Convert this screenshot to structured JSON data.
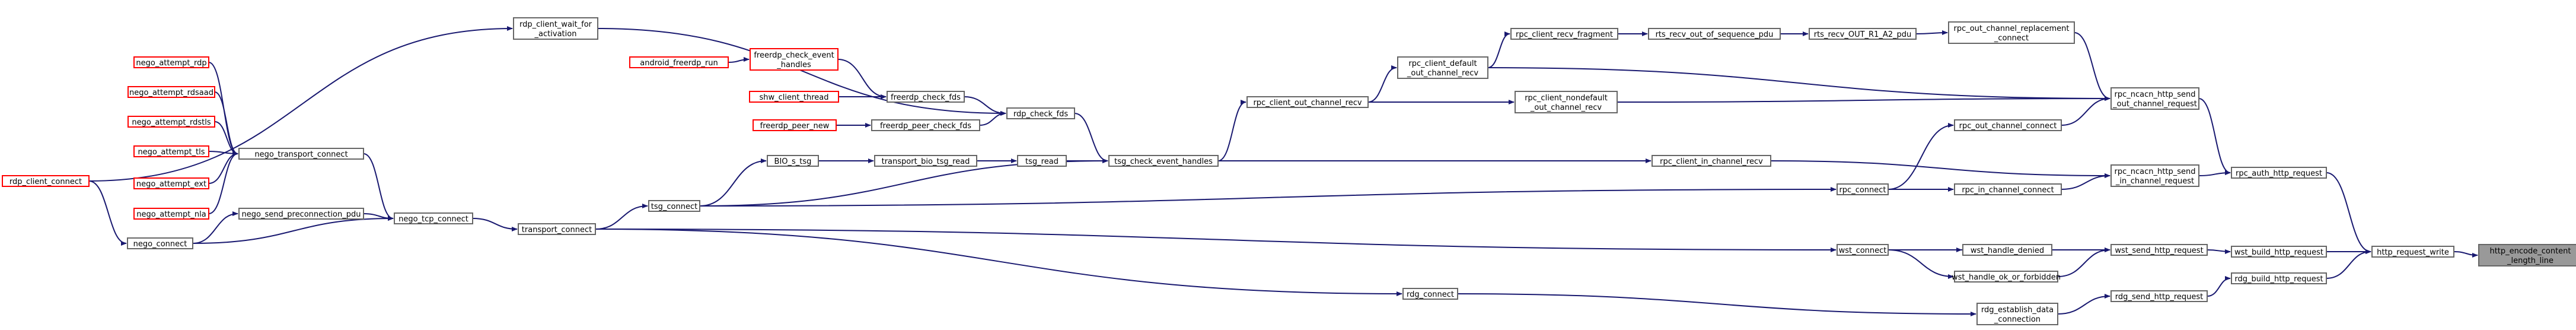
{
  "colors": {
    "edge": "#191970",
    "normal_border": "#666666",
    "truncated_border": "#ff0000",
    "focus_fill": "#999999",
    "focus_border": "#666666",
    "text": "#000000"
  },
  "nodes": {
    "http_encode_content_length_line": {
      "lines": [
        "http_encode_content",
        "_length_line"
      ],
      "style": "focus"
    },
    "http_request_write": {
      "lines": [
        "http_request_write"
      ],
      "style": "normal"
    },
    "rpc_auth_http_request": {
      "lines": [
        "rpc_auth_http_request"
      ],
      "style": "normal"
    },
    "wst_build_http_request": {
      "lines": [
        "wst_build_http_request"
      ],
      "style": "normal"
    },
    "rdg_build_http_request": {
      "lines": [
        "rdg_build_http_request"
      ],
      "style": "normal"
    },
    "rpc_ncacn_http_send_out_channel_request": {
      "lines": [
        "rpc_ncacn_http_send",
        "_out_channel_request"
      ],
      "style": "normal"
    },
    "rpc_ncacn_http_send_in_channel_request": {
      "lines": [
        "rpc_ncacn_http_send",
        "_in_channel_request"
      ],
      "style": "normal"
    },
    "wst_send_http_request": {
      "lines": [
        "wst_send_http_request"
      ],
      "style": "normal"
    },
    "rdg_send_http_request": {
      "lines": [
        "rdg_send_http_request"
      ],
      "style": "normal"
    },
    "rpc_out_channel_replacement_connect": {
      "lines": [
        "rpc_out_channel_replacement",
        "_connect"
      ],
      "style": "normal"
    },
    "rpc_out_channel_connect": {
      "lines": [
        "rpc_out_channel_connect"
      ],
      "style": "normal"
    },
    "rpc_in_channel_connect": {
      "lines": [
        "rpc_in_channel_connect"
      ],
      "style": "normal"
    },
    "wst_handle_denied": {
      "lines": [
        "wst_handle_denied"
      ],
      "style": "normal"
    },
    "wst_handle_ok_or_forbidden": {
      "lines": [
        "wst_handle_ok_or_forbidden"
      ],
      "style": "normal"
    },
    "rdg_establish_data_connection": {
      "lines": [
        "rdg_establish_data",
        "_connection"
      ],
      "style": "normal"
    },
    "rts_recv_OUT_R1_A2_pdu": {
      "lines": [
        "rts_recv_OUT_R1_A2_pdu"
      ],
      "style": "normal"
    },
    "rpc_connect": {
      "lines": [
        "rpc_connect"
      ],
      "style": "normal"
    },
    "wst_connect": {
      "lines": [
        "wst_connect"
      ],
      "style": "normal"
    },
    "rts_recv_out_of_sequence_pdu": {
      "lines": [
        "rts_recv_out_of_sequence_pdu"
      ],
      "style": "normal"
    },
    "rpc_client_recv_fragment": {
      "lines": [
        "rpc_client_recv_fragment"
      ],
      "style": "normal"
    },
    "rpc_client_default_out_channel_recv": {
      "lines": [
        "rpc_client_default",
        "_out_channel_recv"
      ],
      "style": "normal"
    },
    "rpc_client_nondefault_out_channel_recv": {
      "lines": [
        "rpc_client_nondefault",
        "_out_channel_recv"
      ],
      "style": "normal"
    },
    "rpc_client_in_channel_recv": {
      "lines": [
        "rpc_client_in_channel_recv"
      ],
      "style": "normal"
    },
    "rdg_connect": {
      "lines": [
        "rdg_connect"
      ],
      "style": "normal"
    },
    "rpc_client_out_channel_recv": {
      "lines": [
        "rpc_client_out_channel_recv"
      ],
      "style": "normal"
    },
    "tsg_check_event_handles": {
      "lines": [
        "tsg_check_event_handles"
      ],
      "style": "normal"
    },
    "tsg_read": {
      "lines": [
        "tsg_read"
      ],
      "style": "normal"
    },
    "transport_bio_tsg_read": {
      "lines": [
        "transport_bio_tsg_read"
      ],
      "style": "normal"
    },
    "BIO_s_tsg": {
      "lines": [
        "BIO_s_tsg"
      ],
      "style": "normal"
    },
    "tsg_connect": {
      "lines": [
        "tsg_connect"
      ],
      "style": "normal"
    },
    "transport_connect": {
      "lines": [
        "transport_connect"
      ],
      "style": "normal"
    },
    "nego_tcp_connect": {
      "lines": [
        "nego_tcp_connect"
      ],
      "style": "normal"
    },
    "nego_transport_connect": {
      "lines": [
        "nego_transport_connect"
      ],
      "style": "normal"
    },
    "nego_connect": {
      "lines": [
        "nego_connect"
      ],
      "style": "normal"
    },
    "nego_send_preconnection_pdu": {
      "lines": [
        "nego_send_preconnection_pdu"
      ],
      "style": "normal"
    },
    "nego_attempt_rdp": {
      "lines": [
        "nego_attempt_rdp"
      ],
      "style": "truncated"
    },
    "nego_attempt_rdsaad": {
      "lines": [
        "nego_attempt_rdsaad"
      ],
      "style": "truncated"
    },
    "nego_attempt_rdstls": {
      "lines": [
        "nego_attempt_rdstls"
      ],
      "style": "truncated"
    },
    "nego_attempt_tls": {
      "lines": [
        "nego_attempt_tls"
      ],
      "style": "truncated"
    },
    "nego_attempt_ext": {
      "lines": [
        "nego_attempt_ext"
      ],
      "style": "truncated"
    },
    "nego_attempt_nla": {
      "lines": [
        "nego_attempt_nla"
      ],
      "style": "truncated"
    },
    "rdp_client_connect": {
      "lines": [
        "rdp_client_connect"
      ],
      "style": "truncated"
    },
    "rdp_client_wait_for_activation": {
      "lines": [
        "rdp_client_wait_for",
        "_activation"
      ],
      "style": "normal"
    },
    "rdp_check_fds": {
      "lines": [
        "rdp_check_fds"
      ],
      "style": "normal"
    },
    "freerdp_check_fds": {
      "lines": [
        "freerdp_check_fds"
      ],
      "style": "normal"
    },
    "freerdp_peer_check_fds": {
      "lines": [
        "freerdp_peer_check_fds"
      ],
      "style": "normal"
    },
    "freerdp_check_event_handles": {
      "lines": [
        "freerdp_check_event",
        "_handles"
      ],
      "style": "truncated"
    },
    "android_freerdp_run": {
      "lines": [
        "android_freerdp_run"
      ],
      "style": "truncated"
    },
    "shw_client_thread": {
      "lines": [
        "shw_client_thread"
      ],
      "style": "truncated"
    },
    "freerdp_peer_new": {
      "lines": [
        "freerdp_peer_new"
      ],
      "style": "truncated"
    }
  },
  "edges": [
    [
      "http_request_write",
      "http_encode_content_length_line"
    ],
    [
      "rpc_auth_http_request",
      "http_request_write"
    ],
    [
      "wst_build_http_request",
      "http_request_write"
    ],
    [
      "rdg_build_http_request",
      "http_request_write"
    ],
    [
      "rpc_ncacn_http_send_out_channel_request",
      "rpc_auth_http_request"
    ],
    [
      "rpc_ncacn_http_send_in_channel_request",
      "rpc_auth_http_request"
    ],
    [
      "wst_send_http_request",
      "wst_build_http_request"
    ],
    [
      "rdg_send_http_request",
      "rdg_build_http_request"
    ],
    [
      "rpc_out_channel_replacement_connect",
      "rpc_ncacn_http_send_out_channel_request"
    ],
    [
      "rpc_out_channel_connect",
      "rpc_ncacn_http_send_out_channel_request"
    ],
    [
      "rpc_client_default_out_channel_recv",
      "rpc_ncacn_http_send_out_channel_request"
    ],
    [
      "rpc_client_nondefault_out_channel_recv",
      "rpc_ncacn_http_send_out_channel_request"
    ],
    [
      "rpc_in_channel_connect",
      "rpc_ncacn_http_send_in_channel_request"
    ],
    [
      "rpc_client_in_channel_recv",
      "rpc_ncacn_http_send_in_channel_request"
    ],
    [
      "wst_connect",
      "wst_send_http_request"
    ],
    [
      "wst_handle_denied",
      "wst_send_http_request"
    ],
    [
      "wst_handle_ok_or_forbidden",
      "wst_send_http_request"
    ],
    [
      "rdg_establish_data_connection",
      "rdg_send_http_request"
    ],
    [
      "rts_recv_OUT_R1_A2_pdu",
      "rpc_out_channel_replacement_connect"
    ],
    [
      "rpc_connect",
      "rpc_out_channel_connect"
    ],
    [
      "rpc_connect",
      "rpc_in_channel_connect"
    ],
    [
      "wst_connect",
      "wst_handle_denied"
    ],
    [
      "wst_connect",
      "wst_handle_ok_or_forbidden"
    ],
    [
      "rdg_connect",
      "rdg_establish_data_connection"
    ],
    [
      "rts_recv_out_of_sequence_pdu",
      "rts_recv_OUT_R1_A2_pdu"
    ],
    [
      "rpc_client_recv_fragment",
      "rts_recv_out_of_sequence_pdu"
    ],
    [
      "rpc_client_default_out_channel_recv",
      "rpc_client_recv_fragment"
    ],
    [
      "rpc_client_out_channel_recv",
      "rpc_client_default_out_channel_recv"
    ],
    [
      "rpc_client_out_channel_recv",
      "rpc_client_nondefault_out_channel_recv"
    ],
    [
      "tsg_check_event_handles",
      "rpc_client_out_channel_recv"
    ],
    [
      "tsg_check_event_handles",
      "rpc_client_in_channel_recv"
    ],
    [
      "tsg_connect",
      "rpc_connect"
    ],
    [
      "transport_connect",
      "wst_connect"
    ],
    [
      "transport_connect",
      "rdg_connect"
    ],
    [
      "tsg_read",
      "tsg_check_event_handles"
    ],
    [
      "rdp_check_fds",
      "tsg_check_event_handles"
    ],
    [
      "tsg_connect",
      "tsg_check_event_handles"
    ],
    [
      "transport_bio_tsg_read",
      "tsg_read"
    ],
    [
      "BIO_s_tsg",
      "transport_bio_tsg_read"
    ],
    [
      "tsg_connect",
      "BIO_s_tsg"
    ],
    [
      "transport_connect",
      "tsg_connect"
    ],
    [
      "nego_tcp_connect",
      "transport_connect"
    ],
    [
      "nego_transport_connect",
      "nego_tcp_connect"
    ],
    [
      "nego_connect",
      "nego_tcp_connect"
    ],
    [
      "nego_send_preconnection_pdu",
      "nego_tcp_connect"
    ],
    [
      "nego_connect",
      "nego_send_preconnection_pdu"
    ],
    [
      "nego_attempt_rdp",
      "nego_transport_connect"
    ],
    [
      "nego_attempt_rdsaad",
      "nego_transport_connect"
    ],
    [
      "nego_attempt_rdstls",
      "nego_transport_connect"
    ],
    [
      "nego_attempt_tls",
      "nego_transport_connect"
    ],
    [
      "nego_attempt_ext",
      "nego_transport_connect"
    ],
    [
      "nego_attempt_nla",
      "nego_transport_connect"
    ],
    [
      "rdp_client_connect",
      "nego_connect"
    ],
    [
      "rdp_client_connect",
      "rdp_client_wait_for_activation"
    ],
    [
      "rdp_client_wait_for_activation",
      "rdp_check_fds"
    ],
    [
      "freerdp_check_fds",
      "rdp_check_fds"
    ],
    [
      "freerdp_peer_check_fds",
      "rdp_check_fds"
    ],
    [
      "freerdp_check_event_handles",
      "freerdp_check_fds"
    ],
    [
      "shw_client_thread",
      "freerdp_check_fds"
    ],
    [
      "android_freerdp_run",
      "freerdp_check_event_handles"
    ],
    [
      "freerdp_peer_new",
      "freerdp_peer_check_fds"
    ]
  ]
}
